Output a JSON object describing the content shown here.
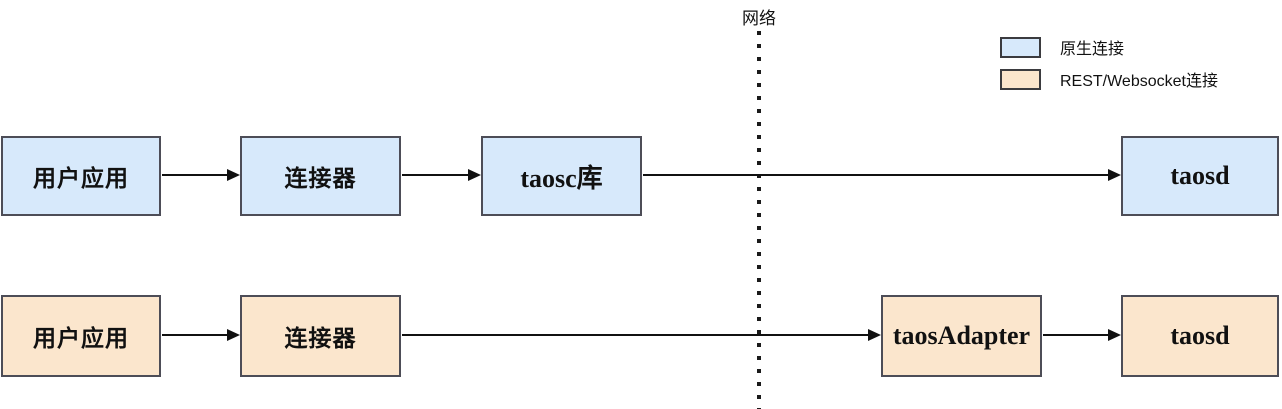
{
  "divider": {
    "label": "网络"
  },
  "legend": {
    "items": [
      {
        "label": "原生连接",
        "color": "#d7e9fb"
      },
      {
        "label": "REST/Websocket连接",
        "color": "#fbe6cd"
      }
    ]
  },
  "rows": {
    "native": {
      "user_app": "用户应用",
      "connector": "连接器",
      "taosc": "taosc库",
      "taosd": "taosd"
    },
    "rest": {
      "user_app": "用户应用",
      "connector": "连接器",
      "taos_adapter": "taosAdapter",
      "taosd": "taosd"
    }
  },
  "colors": {
    "native_fill": "#d7e9fb",
    "rest_fill": "#fbe6cd",
    "box_border": "#4d4d57",
    "line": "#111111"
  }
}
